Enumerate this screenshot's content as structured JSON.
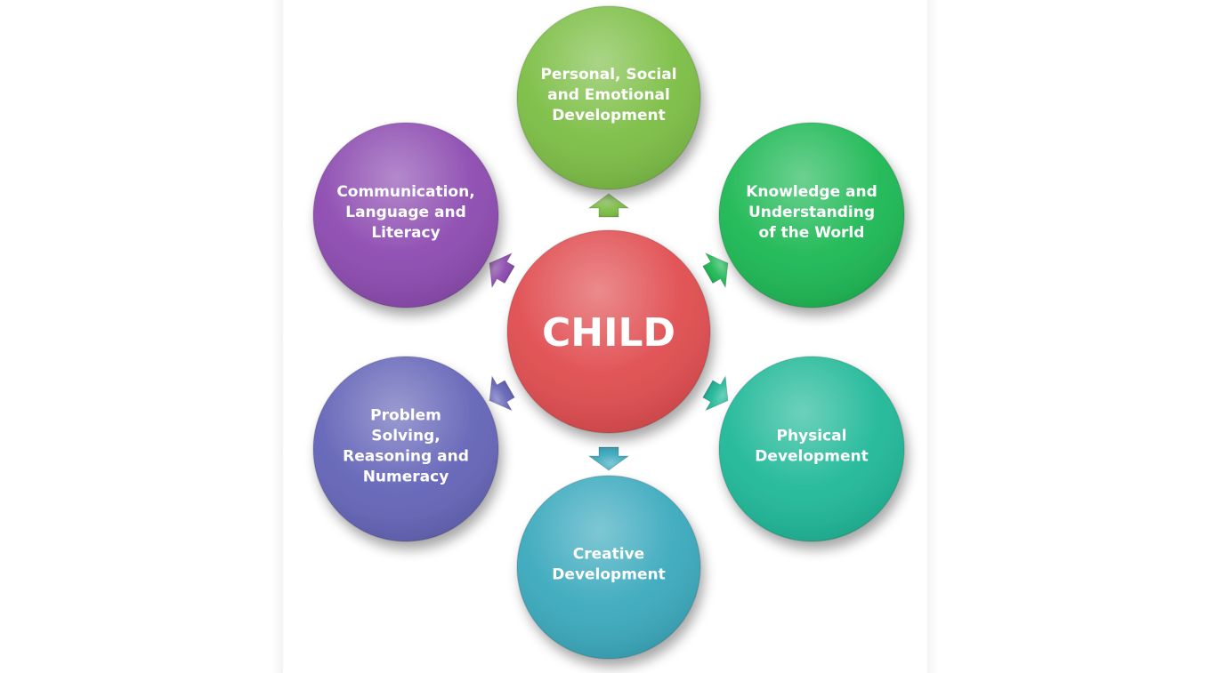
{
  "center": {
    "label": "CHILD",
    "color": "#e04c4f"
  },
  "areas": [
    {
      "id": "psed",
      "lines": [
        "Personal, Social",
        "and Emotional",
        "Development"
      ],
      "color": "#7cbe45"
    },
    {
      "id": "ktw",
      "lines": [
        "Knowledge and",
        "Understanding",
        "of the World"
      ],
      "color": "#1db854"
    },
    {
      "id": "pd",
      "lines": [
        "Physical",
        "Development"
      ],
      "color": "#1fb898"
    },
    {
      "id": "cd",
      "lines": [
        "Creative",
        "Development"
      ],
      "color": "#3aa9bd"
    },
    {
      "id": "psrn",
      "lines": [
        "Problem",
        "Solving,",
        "Reasoning and",
        "Numeracy"
      ],
      "color": "#6464b8"
    },
    {
      "id": "cll",
      "lines": [
        "Communication,",
        "Language and",
        "Literacy"
      ],
      "color": "#8c4ab0"
    }
  ]
}
